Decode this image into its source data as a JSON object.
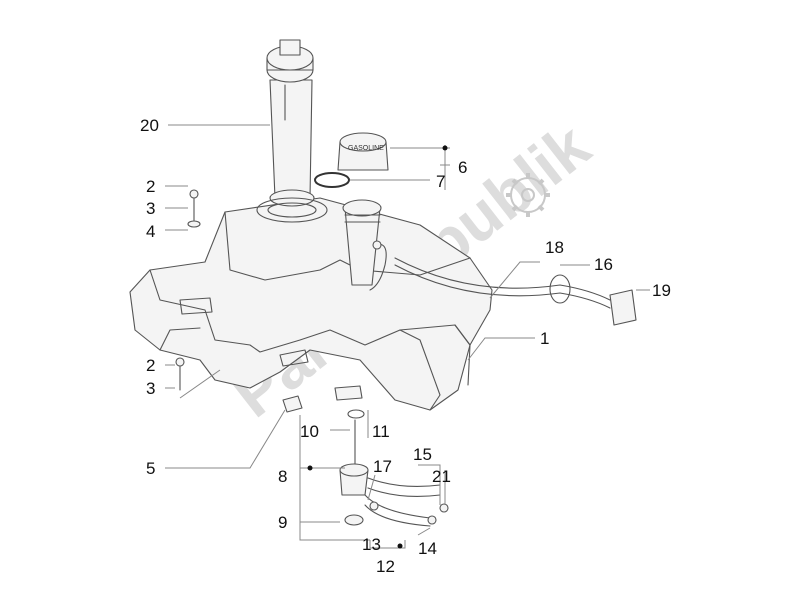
{
  "diagram": {
    "watermark": "PartsRepublik",
    "callouts": {
      "c1": "1",
      "c2a": "2",
      "c2b": "2",
      "c3a": "3",
      "c3b": "3",
      "c4": "4",
      "c5": "5",
      "c6": "6",
      "c7": "7",
      "c8": "8",
      "c9": "9",
      "c10": "10",
      "c11": "11",
      "c12": "12",
      "c13": "13",
      "c14": "14",
      "c15": "15",
      "c16": "16",
      "c17": "17",
      "c18": "18",
      "c19": "19",
      "c20": "20",
      "c21": "21"
    },
    "cap_text": "GASOLINE"
  }
}
